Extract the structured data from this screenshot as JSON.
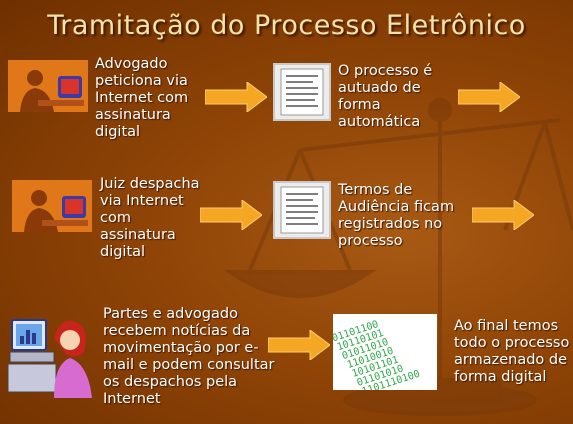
{
  "title": "Tramitação do Processo Eletrônico",
  "steps": {
    "s1": "Advogado peticiona via Internet com assinatura digital",
    "s2": "O processo é autuado de forma automática",
    "s3": "Juiz despacha via Internet com assinatura digital",
    "s4": "Termos de Audiência ficam registrados no processo",
    "s5": "Partes e advogado recebem notícias da movimentação por e-mail e podem consultar os despachos pela Internet",
    "s6": "Ao final temos todo o processo armazenado de forma digital"
  },
  "binary_lines": [
    "01101100",
    "10110101",
    "01011010",
    "11010010",
    "10101101",
    "01101010",
    "1101110100"
  ],
  "icons": [
    "person-at-computer-icon",
    "document-icon",
    "woman-at-computer-icon",
    "binary-code-icon",
    "arrow-right-icon",
    "scales-of-justice-icon"
  ],
  "colors": {
    "background": "#8f4406",
    "title": "#f4e2a8",
    "arrow": "#f5a623",
    "text": "#ffffff"
  }
}
